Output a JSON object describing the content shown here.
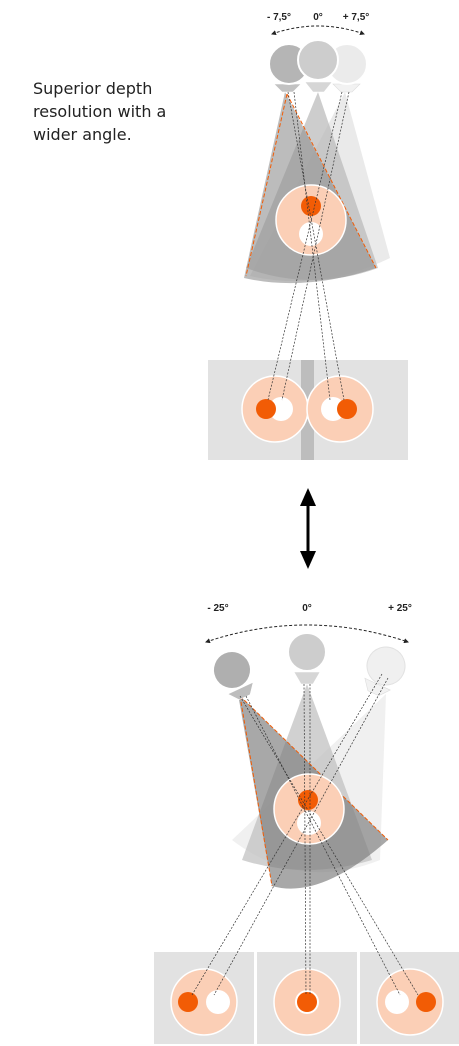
{
  "caption": "Superior depth resolution with a wider angle.",
  "narrow": {
    "labels": [
      "- 7,5°",
      "0°",
      "+ 7,5°"
    ],
    "angles_deg": [
      -7.5,
      0,
      7.5
    ]
  },
  "wide": {
    "labels": [
      "- 25°",
      "0°",
      "+ 25°"
    ],
    "angles_deg": [
      -25,
      0,
      25
    ]
  },
  "colors": {
    "accent": "#F25C05",
    "halo": "#FBCFB6",
    "panel": "#E2E2E2",
    "divider": "#BDBDBD",
    "head_dark": "#B5B5B5",
    "head_mid": "#CDCDCD",
    "head_light": "#EBEBEB",
    "arrow": "#000000"
  }
}
